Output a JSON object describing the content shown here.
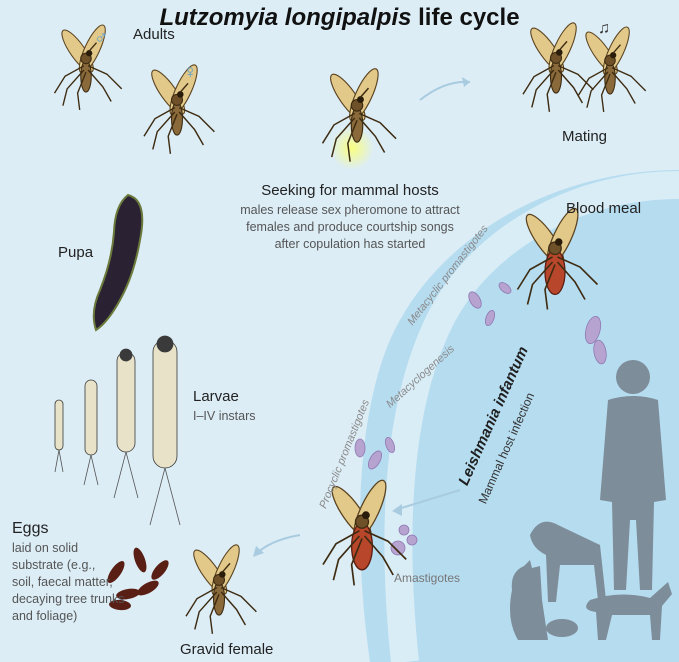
{
  "title": {
    "species": "Lutzomyia longipalpis",
    "suffix": " life cycle"
  },
  "stages": {
    "adults": "Adults",
    "male_symbol": "♂",
    "female_symbol": "♀",
    "song_symbol": "♫",
    "seeking_title": "Seeking for mammal hosts",
    "seeking_line1": "males release sex pheromone to attract",
    "seeking_line2": "females and produce courtship songs",
    "seeking_line3": "after copulation has started",
    "mating": "Mating",
    "blood_meal": "Blood meal",
    "pupa": "Pupa",
    "larvae": "Larvae",
    "larvae_sub": "I–IV instars",
    "eggs": "Eggs",
    "eggs_line1": "laid on solid",
    "eggs_line2": "substrate (e.g.,",
    "eggs_line3": "soil, faecal matter,",
    "eggs_line4": "decaying tree trunks",
    "eggs_line5": "and foliage)",
    "gravid_female": "Gravid female",
    "amastigotes": "Amastigotes"
  },
  "parasite": {
    "metacyclic": "Metacyclic promastigotes",
    "metacyclogenesis": "Metacyclogenesis",
    "procyclic": "Procyclic promastigotes",
    "leishmania": "Leishmania infantum",
    "host_infection": "Mammal host infection"
  },
  "colors": {
    "background": "#dcedf6",
    "host_region": "#b6dcf0",
    "silhouette": "#7d8d99",
    "fly_body": "#8a6a3a",
    "fly_wing": "#e2c98a",
    "blood": "#b8462a",
    "parasite": "#b7a3cf"
  }
}
